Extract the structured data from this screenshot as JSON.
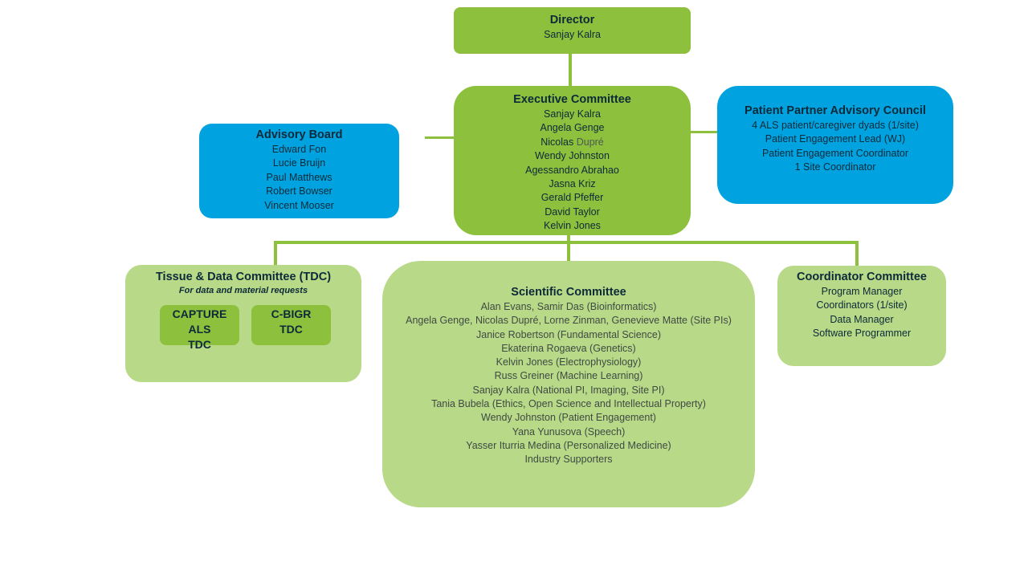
{
  "colors": {
    "green": "#8dc03c",
    "blue": "#00a3df",
    "light_green": "#b8d987",
    "text": "#0d2a3a"
  },
  "director": {
    "title": "Director",
    "name": "Sanjay Kalra"
  },
  "executive": {
    "title": "Executive Committee",
    "members": [
      {
        "first": "Sanjay",
        "last": "Kalra"
      },
      {
        "first": "Angela",
        "last": "Genge"
      },
      {
        "first": "Nicolas",
        "last": "Dupré"
      },
      {
        "first": "Wendy",
        "last": "Johnston"
      },
      {
        "first": "Agessandro",
        "last": "Abrahao"
      },
      {
        "first": "Jasna",
        "last": "Kriz"
      },
      {
        "first": "Gerald",
        "last": "Pfeffer"
      },
      {
        "first": "David",
        "last": "Taylor"
      },
      {
        "first": "Kelvin",
        "last": "Jones"
      }
    ]
  },
  "advisory_board": {
    "title": "Advisory Board",
    "members": [
      "Edward Fon",
      "Lucie Bruijn",
      "Paul Matthews",
      "Robert Bowser",
      "Vincent Mooser"
    ]
  },
  "patient_council": {
    "title": "Patient Partner Advisory Council",
    "members": [
      "4 ALS patient/caregiver dyads (1/site)",
      "Patient Engagement Lead (WJ)",
      "Patient Engagement Coordinator",
      "1 Site Coordinator"
    ]
  },
  "tissue_committee": {
    "title": "Tissue & Data Committee (TDC)",
    "subtitle": "For data and material requests",
    "subgroups": [
      {
        "line1": "CAPTURE ALS",
        "line2": "TDC"
      },
      {
        "line1": "C-BIGR",
        "line2": "TDC"
      }
    ]
  },
  "scientific_committee": {
    "title": "Scientific Committee",
    "members": [
      "Alan Evans, Samir Das (Bioinformatics)",
      "Angela Genge, Nicolas Dupré, Lorne Zinman, Genevieve Matte (Site PIs)",
      "Janice Robertson (Fundamental Science)",
      "Ekaterina Rogaeva (Genetics)",
      "Kelvin Jones (Electrophysiology)",
      "Russ Greiner (Machine Learning)",
      "Sanjay Kalra (National PI, Imaging, Site PI)",
      "Tania Bubela (Ethics, Open Science and Intellectual Property)",
      "Wendy Johnston (Patient Engagement)",
      "Yana Yunusova (Speech)",
      "Yasser Iturria Medina (Personalized Medicine)",
      "Industry Supporters"
    ]
  },
  "coordinator_committee": {
    "title": "Coordinator Committee",
    "members": [
      "Program Manager",
      "Coordinators (1/site)",
      "Data Manager",
      "Software Programmer"
    ]
  }
}
